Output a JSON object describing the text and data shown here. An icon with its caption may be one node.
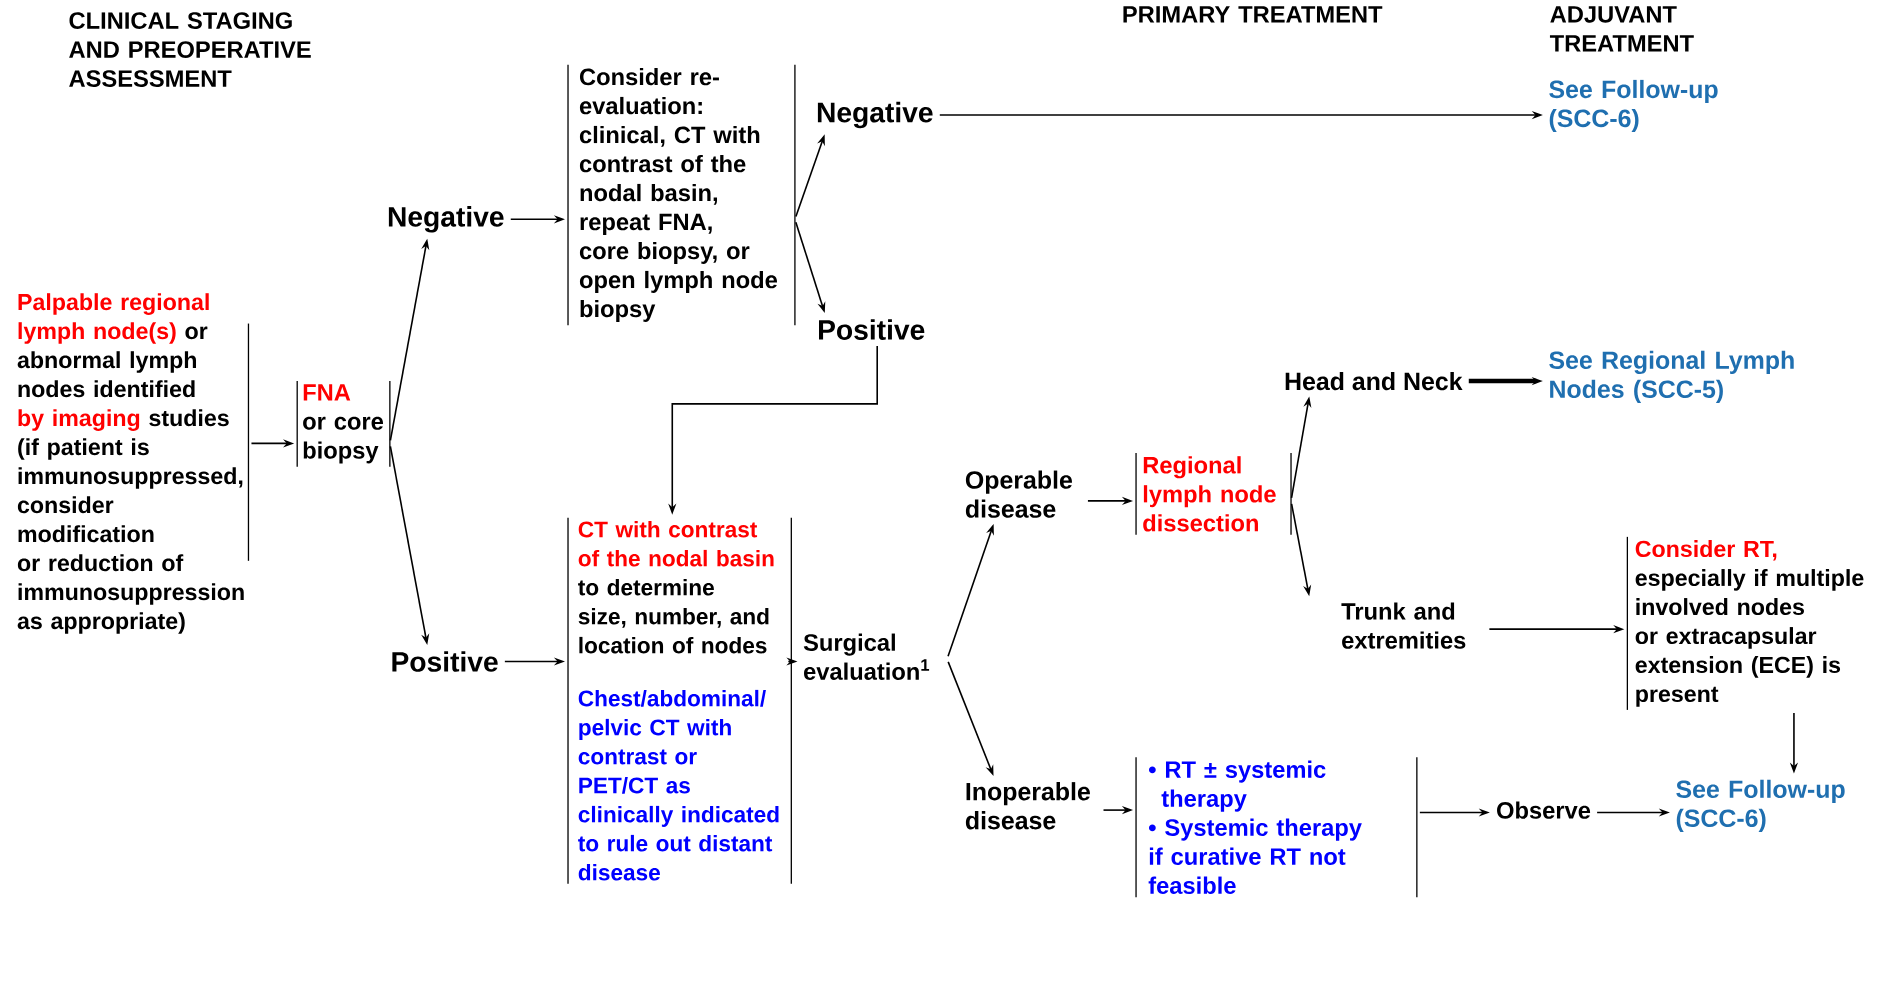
{
  "diagram": {
    "nodes": [
      {
        "text": [
          "Palpable regional lymph node(s)",
          "or abnormal lymph nodes identified",
          "by imaging",
          "studies (if patient is immunosuppressed, consider modification or reduction of immunosuppression as appropriate)"
        ]
      },
      {
        "text": [
          "FNA",
          "or core biopsy"
        ]
      },
      {
        "text": [
          "Negative"
        ]
      },
      {
        "text": [
          "Positive"
        ]
      },
      {
        "text": [
          "Consider re-evaluation: clinical, CT with contrast of the nodal basin, repeat FNA, core biopsy, or open lymph node biopsy"
        ]
      },
      {
        "text": [
          "Negative"
        ]
      },
      {
        "text": [
          "Positive"
        ]
      },
      {
        "text": [
          "See Follow-up (SCC-6)"
        ]
      },
      {
        "text": [
          "CT with contrast of the nodal basin",
          "to determine size, number, and location of nodes",
          "Chest/abdominal/ pelvic CT with contrast or PET/CT as clinically indicated to rule out distant disease"
        ]
      },
      {
        "text": [
          "Surgical evaluation$^{1}$"
        ]
      },
      {
        "text": [
          "Operable disease"
        ]
      },
      {
        "text": [
          "Inoperable disease"
        ]
      },
      {
        "text": [
          "Regional lymph node dissection"
        ]
      },
      {
        "text": [
          "Head and Neck"
        ]
      },
      {
        "text": [
          "See Regional Lymph Nodes (SCC-5)"
        ]
      },
      {
        "text": [
          "Trunk and extremities"
        ]
      },
      {
        "text": [
          "Consider RT,",
          "especially if multiple involved nodes or extracapsular extension (ECE) is present"
        ]
      },
      {
        "text": [
          "• RT ± systemic therapy",
          "• Systemic therapy if curative RT not feasible"
        ]
      },
      {
        "text": [
          "Observe"
        ]
      },
      {
        "text": [
          "See Follow-up (SCC-6)"
        ]
      }
    ],
    "edges": [
      {
        "from": 0,
        "to": 1,
        "arrow": "to"
      },
      {
        "from": 1,
        "to": 2,
        "arrow": "to"
      },
      {
        "from": 1,
        "to": 3,
        "arrow": "to"
      },
      {
        "from": 2,
        "to": 4,
        "arrow": "to"
      },
      {
        "from": 3,
        "to": 8,
        "arrow": "to"
      },
      {
        "from": 4,
        "to": 5,
        "arrow": "to"
      },
      {
        "from": 4,
        "to": 6,
        "arrow": "to"
      },
      {
        "from": 5,
        "to": 7,
        "arrow": "to"
      },
      {
        "from": 6,
        "to": 8,
        "arrow": "to"
      },
      {
        "from": 8,
        "to": 9,
        "arrow": "to"
      },
      {
        "from": 9,
        "to": 10,
        "arrow": "to"
      },
      {
        "from": 9,
        "to": 11,
        "arrow": "to"
      },
      {
        "from": 10,
        "to": 12,
        "arrow": "to"
      },
      {
        "from": 12,
        "to": 13,
        "arrow": "to"
      },
      {
        "from": 12,
        "to": 15,
        "arrow": "to"
      },
      {
        "from": 13,
        "to": 14,
        "arrow": "to",
        "style": "thick"
      },
      {
        "from": 15,
        "to": 16,
        "arrow": "to"
      },
      {
        "from": 11,
        "to": 17,
        "arrow": "to"
      },
      {
        "from": 17,
        "to": 18,
        "arrow": "to"
      },
      {
        "from": 18,
        "to": 19,
        "arrow": "to"
      },
      {
        "from": 16,
        "to": 19,
        "arrow": "to"
      }
    ],
    "labels": [
      "CLINICAL STAGING AND PREOPERATIVE ASSESSMENT",
      "PRIMARY TREATMENT",
      "ADJUVANT TREATMENT"
    ]
  }
}
